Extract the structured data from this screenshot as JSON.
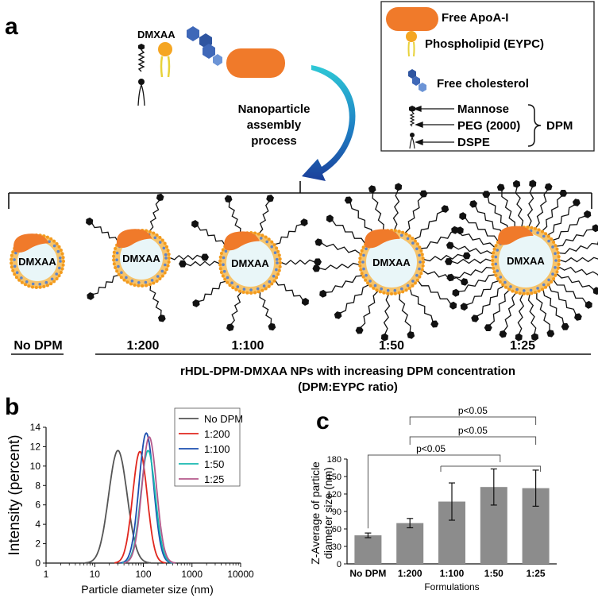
{
  "panel_a": {
    "label": "a",
    "top_label": "DMXAA",
    "assembly_text": [
      "Nanoparticle",
      "assembly",
      "process"
    ],
    "legend": {
      "apoa": "Free ApoA-I",
      "phospholipid": "Phospholipid (EYPC)",
      "cholesterol": "Free cholesterol",
      "mannose": "Mannose",
      "peg": "PEG (2000)",
      "dspe": "DSPE",
      "dpm": "DPM"
    },
    "particle_core_label": "DMXAA",
    "ratios": [
      "No DPM",
      "1:200",
      "1:100",
      "1:50",
      "1:25"
    ],
    "caption_line1": "rHDL-DPM-DMXAA NPs with increasing DPM concentration",
    "caption_line2": "(DPM:EYPC ratio)"
  },
  "chart_data": [
    {
      "type": "line",
      "panel_label": "b",
      "xlabel": "Particle diameter size (nm)",
      "ylabel": "Intensity (percent)",
      "x_scale": "log",
      "xlim": [
        1,
        10000
      ],
      "ylim": [
        0,
        14
      ],
      "x_ticks": [
        "1",
        "10",
        "100",
        "1000",
        "10000"
      ],
      "y_ticks": [
        "0",
        "2",
        "4",
        "6",
        "8",
        "10",
        "12",
        "14"
      ],
      "legend_position": "top-right",
      "series": [
        {
          "name": "No DPM",
          "color": "#555555",
          "peak_x": 30,
          "peak_y": 11.6,
          "width": 0.19
        },
        {
          "name": "1:200",
          "color": "#e0271e",
          "peak_x": 85,
          "peak_y": 11.5,
          "width": 0.15
        },
        {
          "name": "1:100",
          "color": "#1c4fb0",
          "peak_x": 115,
          "peak_y": 13.4,
          "width": 0.15
        },
        {
          "name": "1:50",
          "color": "#17b8b0",
          "peak_x": 125,
          "peak_y": 11.6,
          "width": 0.15
        },
        {
          "name": "1:25",
          "color": "#b45a8c",
          "peak_x": 132,
          "peak_y": 13.0,
          "width": 0.15
        }
      ]
    },
    {
      "type": "bar",
      "panel_label": "c",
      "xlabel": "Formulations",
      "ylabel": "Z-Average of particle diameter size (nm)",
      "ylim": [
        0,
        180
      ],
      "y_ticks": [
        "0",
        "30",
        "60",
        "90",
        "120",
        "150",
        "180"
      ],
      "categories": [
        "No DPM",
        "1:200",
        "1:100",
        "1:50",
        "1:25"
      ],
      "values": [
        49,
        70,
        107,
        132,
        130
      ],
      "errors": [
        4,
        8,
        32,
        31,
        31
      ],
      "bar_color": "#8c8c8c",
      "significance": [
        {
          "label": "p<0.05",
          "from": 0,
          "to": [
            2,
            3,
            4
          ]
        },
        {
          "label": "p<0.05",
          "from": 1,
          "to": [
            3,
            4
          ]
        },
        {
          "label": "p<0.05",
          "from": 1,
          "to": [
            4
          ]
        }
      ]
    }
  ]
}
